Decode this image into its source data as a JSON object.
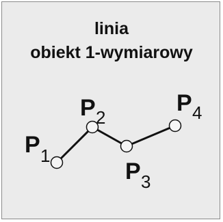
{
  "title": {
    "line1": "linia",
    "line2": "obiekt 1-wymiarowy"
  },
  "points": [
    {
      "letter": "P",
      "index": "1"
    },
    {
      "letter": "P",
      "index": "2"
    },
    {
      "letter": "P",
      "index": "3"
    },
    {
      "letter": "P",
      "index": "4"
    }
  ],
  "colors": {
    "background": "#ebebeb",
    "line": "#111111",
    "vertex_fill": "#f5f5f5",
    "text": "#111111"
  }
}
